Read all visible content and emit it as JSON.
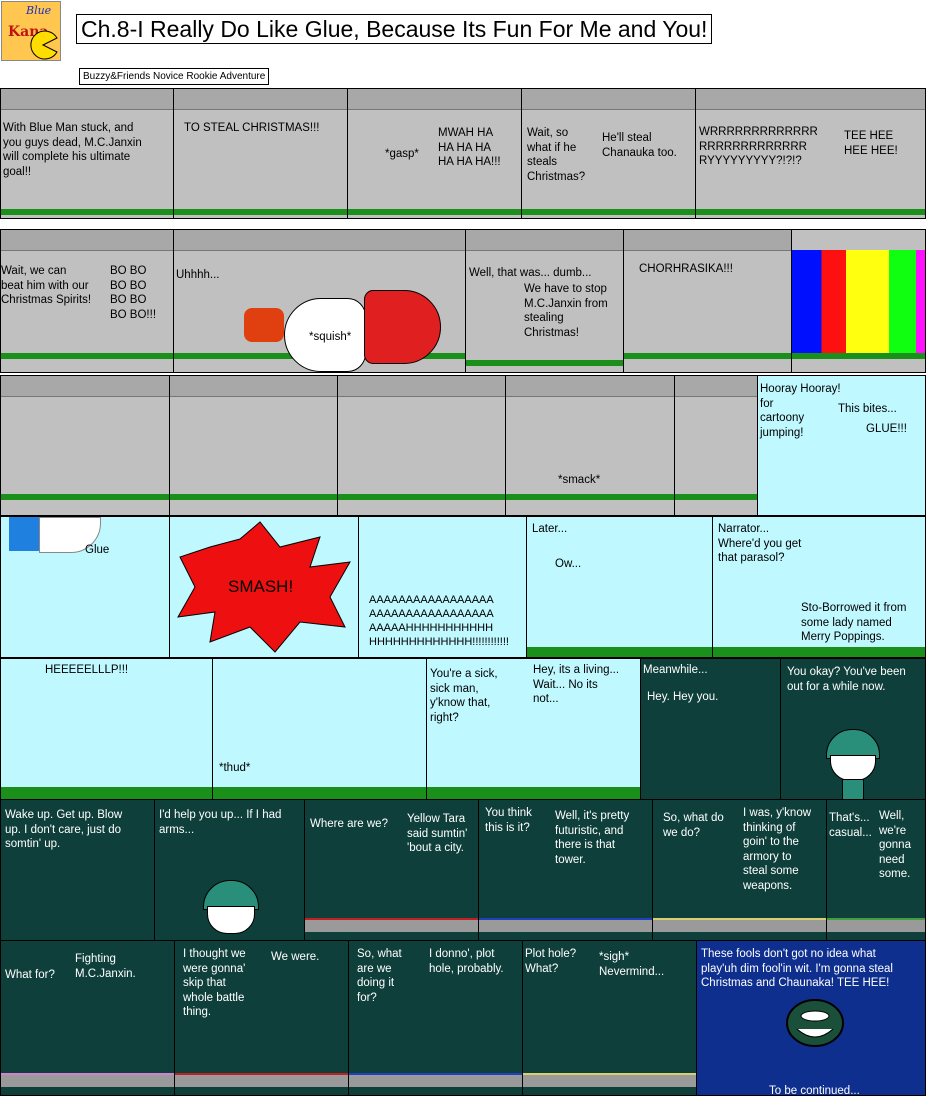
{
  "header": {
    "logo_text_1": "Blue",
    "logo_text_2": "Kana",
    "title": "Ch.8-I Really Do Like Glue, Because Its Fun For Me and You!",
    "subtitle": "Buzzy&Friends Novice Rookie Adventure"
  },
  "row1": {
    "p1": "With Blue Man stuck, and\nyou guys dead, M.C.Janxin\nwill complete his ultimate\ngoal!!",
    "p2": "TO STEAL CHRISTMAS!!!",
    "p3a": "*gasp*",
    "p3b": "MWAH HA\nHA HA HA\nHA HA HA!!!",
    "p4a": "Wait, so\nwhat if he\nsteals\nChristmas?",
    "p4b": "He'll steal\nChanauka too.",
    "p5a": "WRRRRRRRRRRRRR\nRRRRRRRRRRRRR\nRYYYYYYYYY?!?!?",
    "p5b": "TEE HEE\nHEE HEE!"
  },
  "row2": {
    "p1a": "Wait, we can\nbeat him with our\nChristmas Spirits!",
    "p1b": "BO BO\nBO BO\nBO BO\nBO BO!!!",
    "p2a": "Uhhhh...",
    "p2b": "*squish*",
    "p3a": "Well, that was... dumb...",
    "p3b": "We have to stop\nM.C.Janxin from\nstealing\nChristmas!",
    "p4": "CHORHRASIKA!!!"
  },
  "row3": {
    "p4": "*smack*",
    "p6a": "Hooray Hooray!\nfor\ncartoony\njumping!",
    "p6b": "This bites...",
    "p6c": "GLUE!!!"
  },
  "row4": {
    "p1": "Glue",
    "p2": "SMASH!",
    "p3": "AAAAAAAAAAAAAAAAA\nAAAAAAAAAAAAAAAAA\nAAAAAHHHHHHHHHHH\nHHHHHHHHHHHHH!!!!!!!!!!!!",
    "p4a": "Later...",
    "p4b": "Ow...",
    "p5a": "Narrator...\nWhere'd you get\nthat parasol?",
    "p5b": "Sto-Borrowed it from\nsome lady named\nMerry Poppings."
  },
  "row5": {
    "p1": "HEEEEELLLP!!!",
    "p2": "*thud*",
    "p3a": "You're a sick,\nsick man,\ny'know that,\nright?",
    "p3b": "Hey, its a living...\nWait... No its\nnot...",
    "p4a": "Meanwhile...",
    "p4b": "Hey. Hey you.",
    "p5": "You okay? You've been\nout for a while now."
  },
  "row6": {
    "p1": "Wake up. Get up. Blow\nup. I don't care, just do\nsomtin' up.",
    "p2": "I'd help you up... If I had\narms...",
    "p3a": "Where are we?",
    "p3b": "Yellow Tara\nsaid sumtin'\n'bout a city.",
    "p4a": "You think\nthis is it?",
    "p4b": "Well, it's pretty\nfuturistic, and\nthere is that\ntower.",
    "p5a": "So, what do\nwe do?",
    "p5b": "I was, y'know\nthinking of\ngoin' to the\narmory to\nsteal some\nweapons.",
    "p6a": "That's...\ncasual...",
    "p6b": "Well,\nwe're\ngonna\nneed\nsome."
  },
  "row7": {
    "p1a": "What for?",
    "p1b": "Fighting\nM.C.Janxin.",
    "p2a": "I thought we\nwere gonna'\nskip that\nwhole battle\nthing.",
    "p2b": "We were.",
    "p3a": "So, what\nare we\ndoing it\nfor?",
    "p3b": "I donno', plot\nhole, probably.",
    "p4a": "Plot hole?\nWhat?",
    "p4b": "*sigh*\nNevermind...",
    "p5a": "These fools don't got no idea what\nplay'uh dim fool'in wit. I'm gonna steal\nChristmas and Chaunaka! TEE HEE!",
    "p5b": "To be continued..."
  }
}
